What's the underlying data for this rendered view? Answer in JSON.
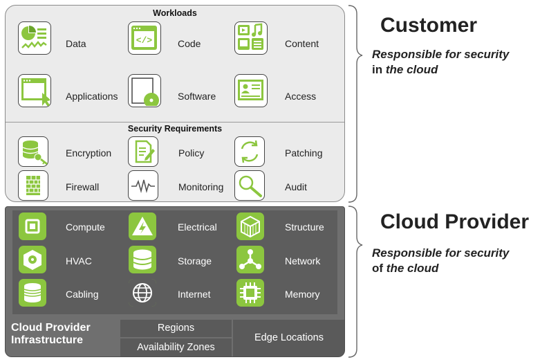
{
  "workloads": {
    "title": "Workloads",
    "items": [
      {
        "label": "Data",
        "icon": "data-chart-icon"
      },
      {
        "label": "Code",
        "icon": "code-icon"
      },
      {
        "label": "Content",
        "icon": "content-icon"
      },
      {
        "label": "Applications",
        "icon": "application-window-icon"
      },
      {
        "label": "Software",
        "icon": "software-disc-icon"
      },
      {
        "label": "Access",
        "icon": "id-card-icon"
      }
    ]
  },
  "security": {
    "title": "Security Requirements",
    "items": [
      {
        "label": "Encryption",
        "icon": "database-key-icon"
      },
      {
        "label": "Policy",
        "icon": "policy-document-icon"
      },
      {
        "label": "Patching",
        "icon": "refresh-cycle-icon"
      },
      {
        "label": "Firewall",
        "icon": "firewall-icon"
      },
      {
        "label": "Monitoring",
        "icon": "heartbeat-icon"
      },
      {
        "label": "Audit",
        "icon": "magnifier-icon"
      }
    ]
  },
  "provider": {
    "items": [
      {
        "label": "Compute",
        "icon": "chip-icon"
      },
      {
        "label": "Electrical",
        "icon": "electrical-icon"
      },
      {
        "label": "Structure",
        "icon": "structure-cube-icon"
      },
      {
        "label": "HVAC",
        "icon": "hvac-icon"
      },
      {
        "label": "Storage",
        "icon": "storage-icon"
      },
      {
        "label": "Network",
        "icon": "network-icon"
      },
      {
        "label": "Cabling",
        "icon": "cabling-spool-icon"
      },
      {
        "label": "Internet",
        "icon": "globe-icon"
      },
      {
        "label": "Memory",
        "icon": "memory-chip-icon"
      }
    ],
    "infrastructure_label_line1": "Cloud Provider",
    "infrastructure_label_line2": "Infrastructure",
    "regions": "Regions",
    "availability_zones": "Availability Zones",
    "edge_locations": "Edge Locations"
  },
  "customer_side": {
    "title": "Customer",
    "sub_line1": "Responsible for security",
    "sub_line2_prefix": "in",
    "sub_line2_emph": "the cloud"
  },
  "provider_side": {
    "title": "Cloud Provider",
    "sub_line1": "Responsible for security",
    "sub_line2_prefix": "of",
    "sub_line2_emph": "the cloud"
  },
  "colors": {
    "accent_green": "#8cc63f",
    "dark_panel": "#6f6f6f",
    "light_panel": "#ebebeb"
  }
}
